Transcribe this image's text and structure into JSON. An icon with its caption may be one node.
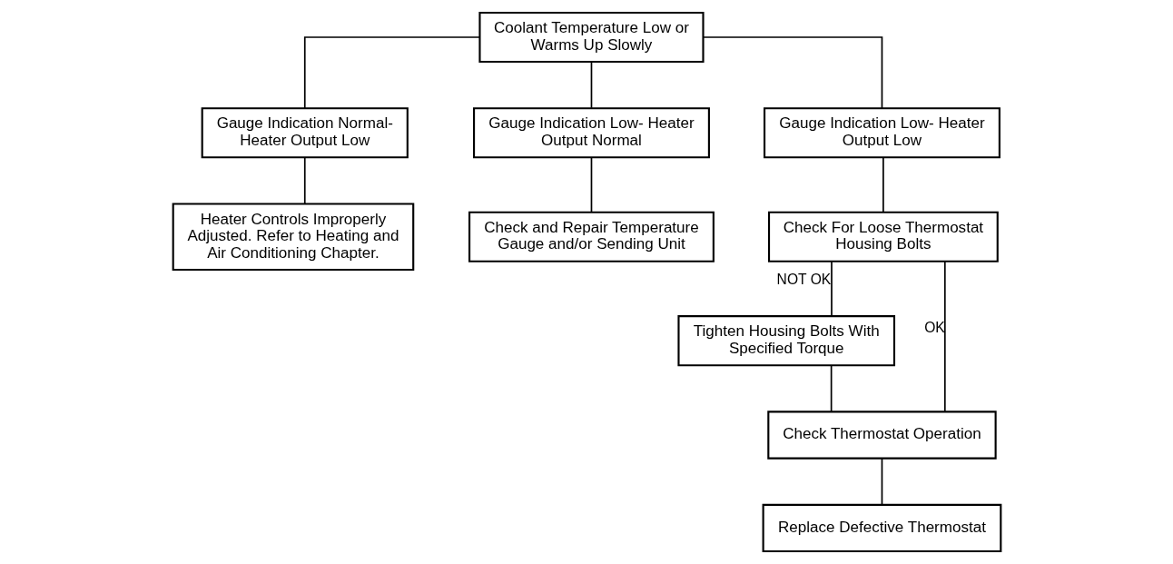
{
  "diagram": {
    "nodes": [
      {
        "text": [
          "Coolant Temperature Low or Warms Up Slowly"
        ]
      },
      {
        "text": [
          "Gauge Indication Normal- Heater Output Low"
        ]
      },
      {
        "text": [
          "Gauge Indication Low- Heater Output Normal"
        ]
      },
      {
        "text": [
          "Gauge Indication Low- Heater Output Low"
        ]
      },
      {
        "text": [
          "Heater Controls Improperly Adjusted. Refer to Heating and Air Conditioning Chapter."
        ]
      },
      {
        "text": [
          "Check and Repair Temperature Gauge and/or Sending Unit"
        ]
      },
      {
        "text": [
          "Check For Loose Thermostat Housing Bolts"
        ]
      },
      {
        "text": [
          "Tighten Housing Bolts With Specified Torque"
        ]
      },
      {
        "text": [
          "Check Thermostat Operation"
        ]
      },
      {
        "text": [
          "Replace Defective Thermostat"
        ]
      }
    ],
    "edges": [
      {
        "from": 0,
        "to": 1,
        "arrow": "none"
      },
      {
        "from": 0,
        "to": 2,
        "arrow": "none"
      },
      {
        "from": 0,
        "to": 3,
        "arrow": "none"
      },
      {
        "from": 1,
        "to": 4,
        "arrow": "none"
      },
      {
        "from": 2,
        "to": 5,
        "arrow": "none"
      },
      {
        "from": 3,
        "to": 6,
        "arrow": "none"
      },
      {
        "from": 6,
        "to": 8,
        "arrow": "none",
        "label": "OK"
      },
      {
        "from": 6,
        "to": 7,
        "arrow": "none",
        "label": "NOT OK"
      },
      {
        "from": 7,
        "to": 8,
        "arrow": "none"
      },
      {
        "from": 8,
        "to": 9,
        "arrow": "none"
      }
    ]
  }
}
